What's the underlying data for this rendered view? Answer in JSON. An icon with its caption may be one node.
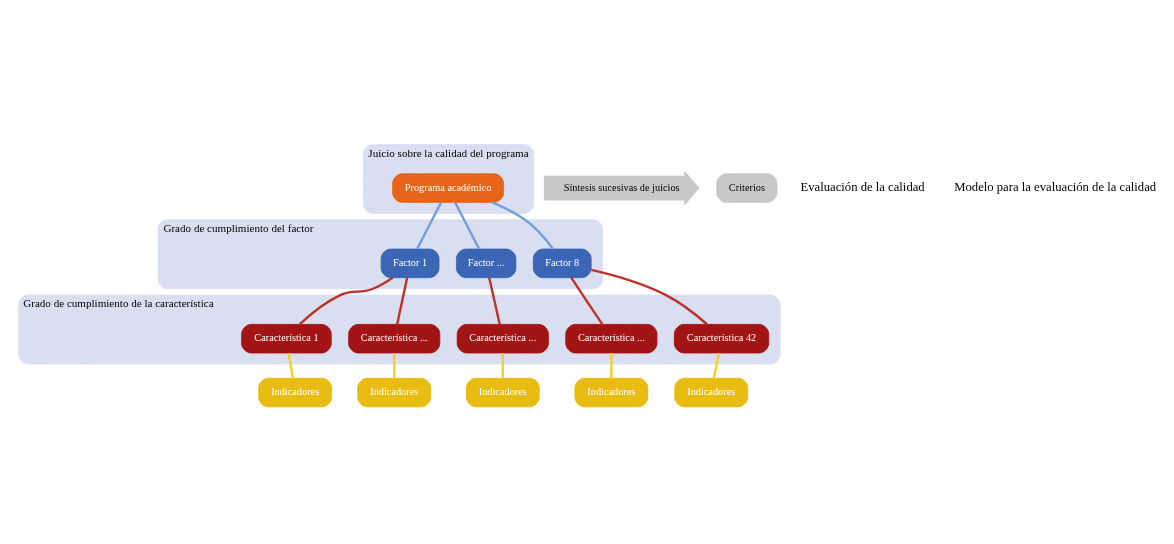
{
  "diagram": {
    "nodes": [
      {
        "text": [
          "Juicio sobre la calidad del programa"
        ]
      },
      {
        "text": [
          "Programa académico"
        ],
        "in": 0
      },
      {
        "text": [
          "Grado de cumplimiento del factor"
        ]
      },
      {
        "text": [
          "Factor 1"
        ],
        "in": 2
      },
      {
        "text": [
          "Factor ..."
        ],
        "in": 2
      },
      {
        "text": [
          "Factor 8"
        ],
        "in": 2
      },
      {
        "text": [
          "Grado de cumplimiento de la característica"
        ]
      },
      {
        "text": [
          "Característica 1"
        ],
        "in": 6
      },
      {
        "text": [
          "Característica ..."
        ],
        "in": 6
      },
      {
        "text": [
          "Característica ..."
        ],
        "in": 6
      },
      {
        "text": [
          "Característica ..."
        ],
        "in": 6
      },
      {
        "text": [
          "Característica 42"
        ],
        "in": 6
      },
      {
        "text": [
          "Indicadores"
        ]
      },
      {
        "text": [
          "Indicadores"
        ]
      },
      {
        "text": [
          "Indicadores"
        ]
      },
      {
        "text": [
          "Indicadores"
        ]
      },
      {
        "text": [
          "Indicadores"
        ]
      },
      {
        "text": [
          "Síntesis sucesivas de juicios"
        ]
      },
      {
        "text": [
          "Criterios"
        ]
      }
    ],
    "edges": [
      {
        "from": 1,
        "to": 3,
        "arrow": "none",
        "color": "#6f9fe0"
      },
      {
        "from": 1,
        "to": 4,
        "arrow": "none",
        "color": "#6f9fe0"
      },
      {
        "from": 1,
        "to": 5,
        "arrow": "none",
        "color": "#6f9fe0"
      },
      {
        "from": 3,
        "to": 7,
        "arrow": "none",
        "color": "#c0302a"
      },
      {
        "from": 3,
        "to": 8,
        "arrow": "none",
        "color": "#c0302a"
      },
      {
        "from": 4,
        "to": 9,
        "arrow": "none",
        "color": "#c0302a"
      },
      {
        "from": 5,
        "to": 10,
        "arrow": "none",
        "color": "#c0302a"
      },
      {
        "from": 5,
        "to": 11,
        "arrow": "none",
        "color": "#c0302a"
      },
      {
        "from": 7,
        "to": 12,
        "arrow": "none",
        "color": "#f5d020"
      },
      {
        "from": 8,
        "to": 13,
        "arrow": "none",
        "color": "#f5d020"
      },
      {
        "from": 9,
        "to": 14,
        "arrow": "none",
        "color": "#f5d020"
      },
      {
        "from": 10,
        "to": 15,
        "arrow": "none",
        "color": "#f5d020"
      },
      {
        "from": 11,
        "to": 16,
        "arrow": "none",
        "color": "#f5d020"
      }
    ],
    "labels": [
      "Evaluación de la calidad",
      "Modelo para la evaluación de la calidad"
    ]
  }
}
